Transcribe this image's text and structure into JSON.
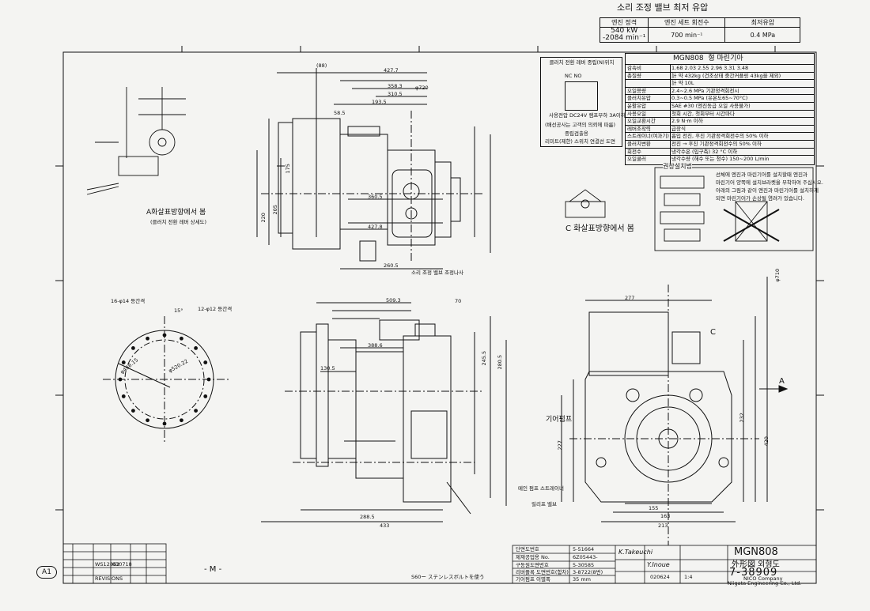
{
  "header": {
    "title": "소리 조정 밸브 최저 유압",
    "col_engine_spec": "엔진 정격",
    "col_engine_rpm": "엔진 세트 회전수",
    "col_min_pressure": "최저유압",
    "engine_kw": "540 kW",
    "engine_min": "-2084 min⁻¹",
    "set_rpm": "700 min⁻¹",
    "min_pressure": "0.4 MPa"
  },
  "spec_table": {
    "model": "MGN808",
    "model_type": "형 마린기아",
    "rows": [
      {
        "label": "감속비",
        "value": "1.68  2.03  2.55  2.96  3.31  3.48"
      },
      {
        "label": "총질량",
        "value": "計 약 432kg (건조상태 중간커플링 43kg을 제외)"
      },
      {
        "label": "",
        "value": "計 약 10L"
      },
      {
        "label": "오일용량",
        "value": "2.4~2.6 MPa    기관정격회전시"
      },
      {
        "label": "클러치유압",
        "value": "0.3~0.5 MPa    (유온도65~70°C)"
      },
      {
        "label": "윤활유압",
        "value": "SAE #30 (엔진동급 오일 사용불가)"
      },
      {
        "label": "사용오일",
        "value": "첫회    시간, 첫회부터    시간마다"
      },
      {
        "label": "오일교환시간",
        "value": "2.9 N·m 이하"
      },
      {
        "label": "레버조작력",
        "value": "급장식"
      },
      {
        "label": "스트레이너(여과기)",
        "value": "흡입  전진, 후진    기관정격회전수의 50% 이하"
      },
      {
        "label": "클러치변환",
        "value": "전진 → 후진    기관정격회전수의 50% 이하"
      },
      {
        "label": "회전수",
        "value": "냉각수온 (입구측)    32 °C 이하"
      },
      {
        "label": "오일쿨러",
        "value": "냉각수량 (해수 또는 청수)    150~200 L/min"
      }
    ]
  },
  "clutch_box": {
    "title": "클러치 전환 레버 중립(N)위치",
    "labels": "NC  NO",
    "note1": "사용전압 DC24V 램프부하 3A이하",
    "note2": "(배선공사는 고객의 의뢰에 따름)",
    "note3": "중립검출용",
    "note4": "리미트(제한) 스위치 연결선 도면"
  },
  "install_note": {
    "title": "권장설치법",
    "text1": "선체에 엔진과 마린기어를 설치할때 엔진과",
    "text2": "마린기어 양쪽에 설치브라켓을 부착하여 주십시오.",
    "text3": "아래의 그림과 같이 엔진과 마린기어를 설치하게",
    "text4": "되면 마린기어가 손상될 염려가 있습니다."
  },
  "views": {
    "a_view": "A화살표방향에서 봄",
    "a_view_sub": "(클러치 전환 레버 상세도)",
    "c_view": "C 화살표방향에서 봄",
    "gear_pump": "기어펌프",
    "valve_note": "소리 조정 밸브 조정나사",
    "main_pump": "메인 펌프 스트레이너",
    "relief": "릴리프 밸브"
  },
  "dims": {
    "d427": "427.7",
    "d358": "358.3",
    "d310": "310.5",
    "d193": "193.5",
    "d88": "(88)",
    "d58": "58.5",
    "d360": "360.5",
    "d427b": "427.8",
    "d260": "260.5",
    "d175": "175",
    "d205": "205",
    "d220": "220",
    "d509": "509.3",
    "d388": "388.6",
    "d130": "130.5",
    "d288": "288.5",
    "d433": "433",
    "d70": "70",
    "d245": "245.5",
    "d280": "280.5",
    "d277": "277",
    "d213": "213",
    "d155": "155",
    "d163": "163",
    "d227": "227",
    "d232": "232",
    "d420": "420",
    "d710": "φ710",
    "d720": "φ720",
    "d438": "φ438.15",
    "d520": "φ520.22",
    "bolt16": "16-φ14 등간격",
    "bolt12": "12-φ12 등간격",
    "ang15": "15°"
  },
  "title_block": {
    "r1l": "단면도번호",
    "r1v": "5-51664",
    "r2l": "제재공업용 No.",
    "r2v": "6Z05443-",
    "r3l": "구동원도면번호",
    "r3v": "5-30585",
    "r4l": "리버플록 도면번호(함차)",
    "r4v": "3-8722(8번)",
    "r5l": "기어펌프 이별폭",
    "r5v": "35 mm",
    "checked1": "K.Takeuchi",
    "checked2": "Y.Inoue",
    "name": "MGN808",
    "subname": "外形図  외형도",
    "drawing_no": "7-38909",
    "company1": "NICO Company",
    "company2": "Niigata Engineering Co., Ltd.",
    "scale": "1:4",
    "date": "020624",
    "sheet": "A1",
    "m_mark": "- M -",
    "bottom_note": "S60ー ステンレスボルトを使う",
    "revisions": "REVISIONS",
    "rev_date": "030718",
    "rev_code": "WS12862"
  }
}
